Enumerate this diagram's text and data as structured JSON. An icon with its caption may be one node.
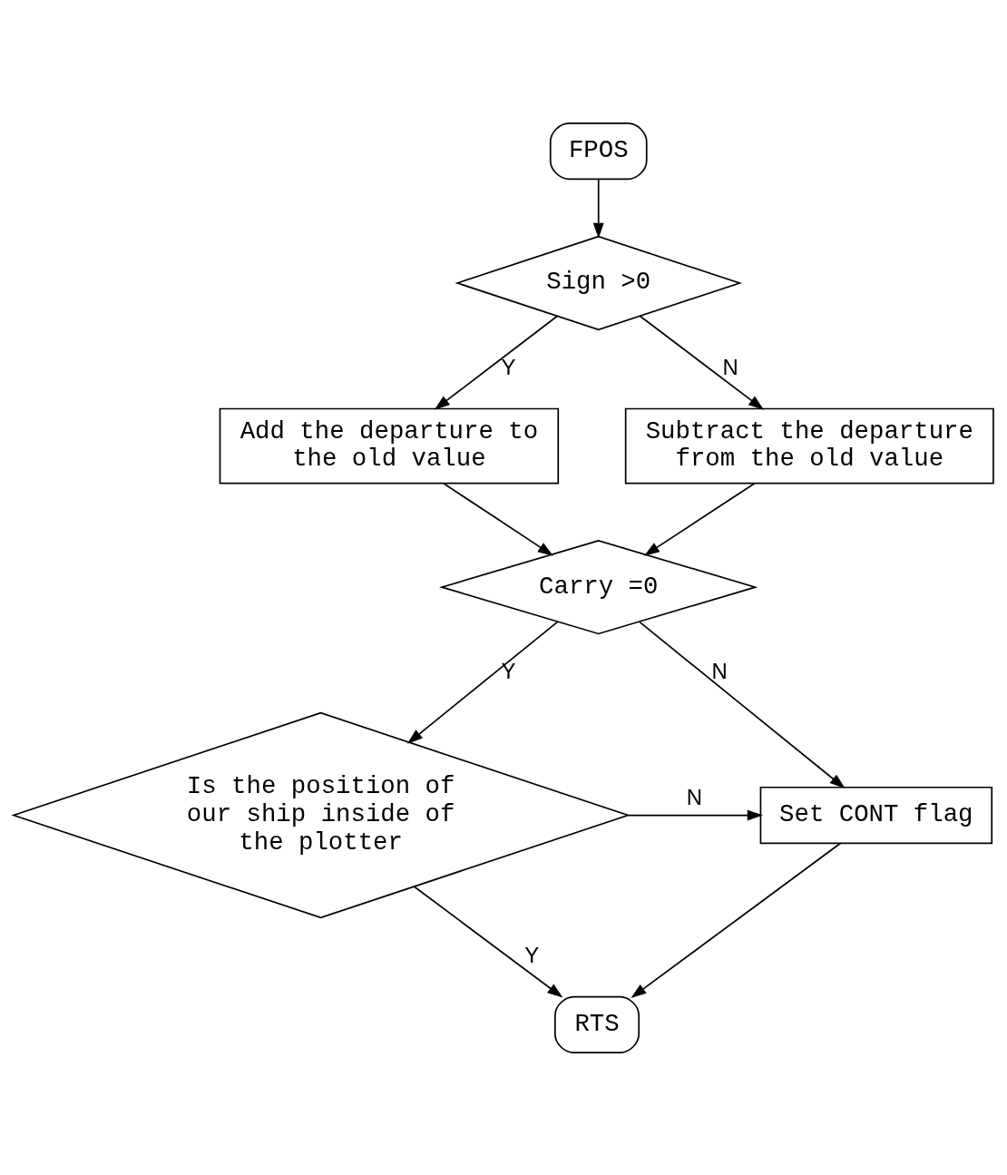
{
  "diagram": {
    "nodes": [
      {
        "text": [
          "FPOS"
        ]
      },
      {
        "text": [
          "Sign >0"
        ]
      },
      {
        "text": [
          "Add the departure to the old value"
        ]
      },
      {
        "text": [
          "Subtract the departure from the old value"
        ]
      },
      {
        "text": [
          "Carry =0"
        ]
      },
      {
        "text": [
          "Set CONT flag"
        ]
      },
      {
        "text": [
          "Is the position of our ship inside of the plotter"
        ]
      },
      {
        "text": [
          "RTS"
        ]
      }
    ],
    "edges": [
      {
        "from": 0,
        "to": 1,
        "arrow": "to"
      },
      {
        "from": 1,
        "to": 2,
        "arrow": "to",
        "label": "Y"
      },
      {
        "from": 1,
        "to": 3,
        "arrow": "to",
        "label": "N"
      },
      {
        "from": 2,
        "to": 4,
        "arrow": "to"
      },
      {
        "from": 3,
        "to": 4,
        "arrow": "to"
      },
      {
        "from": 4,
        "to": 5,
        "arrow": "to",
        "label": "N"
      },
      {
        "from": 4,
        "to": 6,
        "arrow": "to",
        "label": "Y"
      },
      {
        "from": 6,
        "to": 5,
        "arrow": "to",
        "label": "N"
      },
      {
        "from": 5,
        "to": 7,
        "arrow": "to"
      },
      {
        "from": 6,
        "to": 7,
        "arrow": "to",
        "label": "Y"
      }
    ]
  }
}
